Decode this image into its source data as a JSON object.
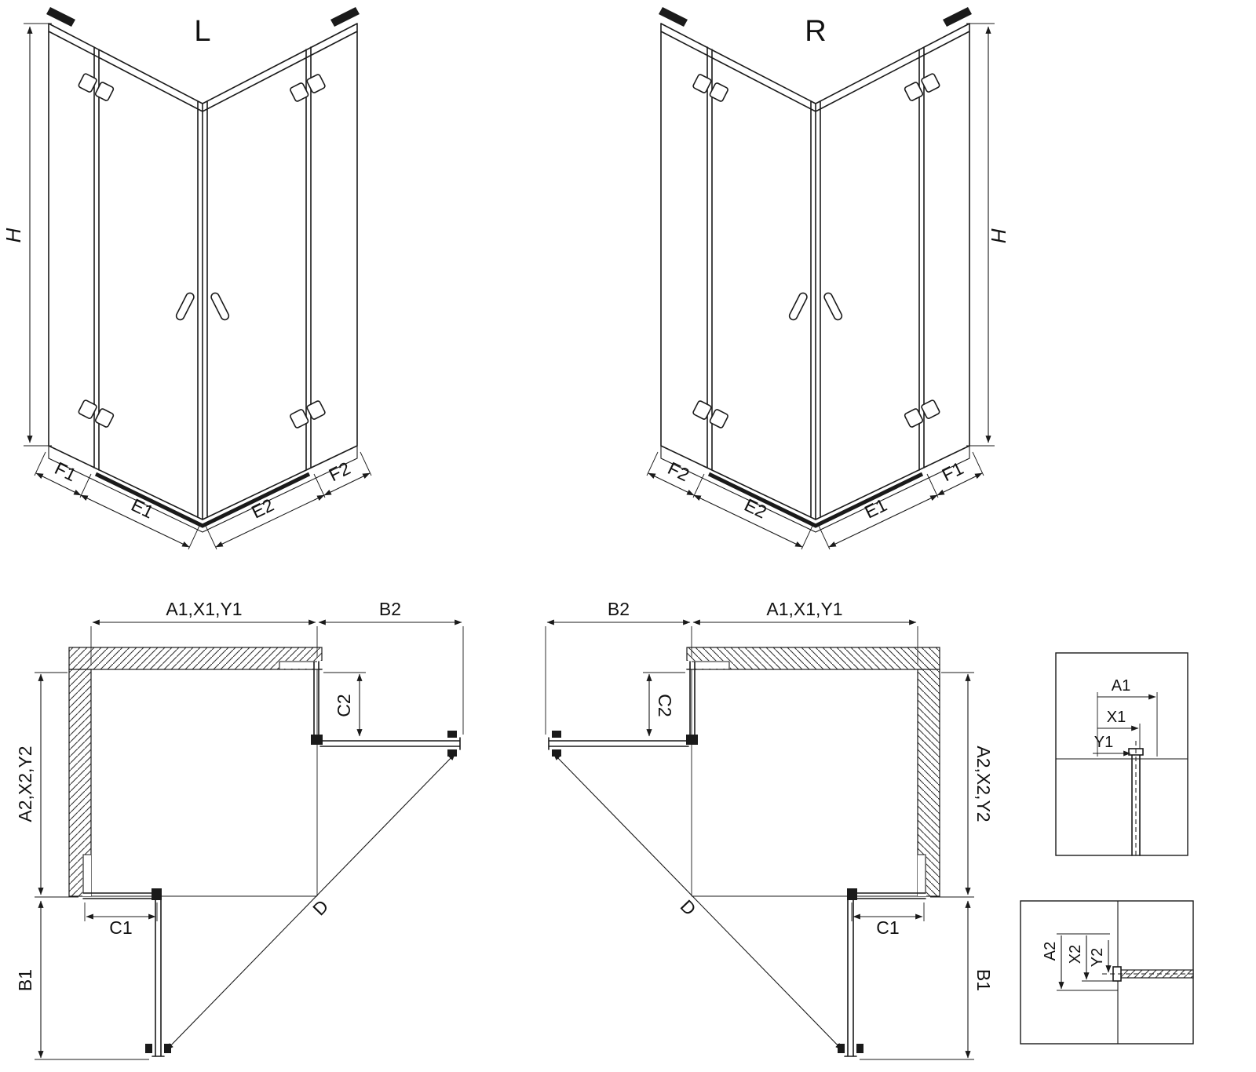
{
  "colors": {
    "line": "#1a1a1a",
    "background": "#ffffff",
    "hatch": "#333333"
  },
  "labels": {
    "iso_left": {
      "view": "L",
      "h": "H",
      "f1": "F1",
      "e1": "E1",
      "e2": "E2",
      "f2": "F2"
    },
    "iso_right": {
      "view": "R",
      "h": "H",
      "f1": "F1",
      "e1": "E1",
      "e2": "E2",
      "f2": "F2"
    },
    "plan_left": {
      "top": "A1,X1,Y1",
      "b2": "B2",
      "c2": "C2",
      "side": "A2,X2,Y2",
      "c1": "C1",
      "b1": "B1",
      "d": "D"
    },
    "plan_right": {
      "top": "A1,X1,Y1",
      "b2": "B2",
      "c2": "C2",
      "side": "A2,X2,Y2",
      "c1": "C1",
      "b1": "B1",
      "d": "D"
    },
    "detail_top": {
      "a1": "A1",
      "x1": "X1",
      "y1": "Y1"
    },
    "detail_bottom": {
      "a2": "A2",
      "x2": "X2",
      "y2": "Y2"
    }
  }
}
